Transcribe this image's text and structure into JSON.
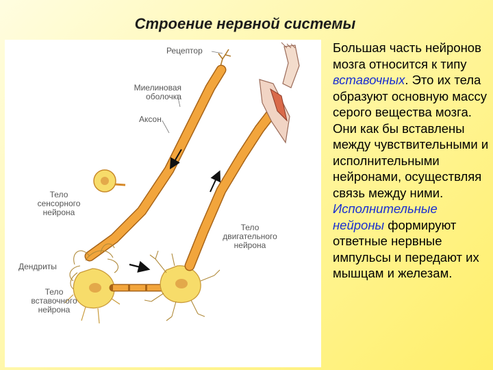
{
  "title": "Строение нервной системы",
  "labels": {
    "receptor": "Рецептор",
    "myelin_1": "Миелиновая",
    "myelin_2": "оболочка",
    "axon": "Аксон",
    "sensory_1": "Тело",
    "sensory_2": "сенсорного",
    "sensory_3": "нейрона",
    "motor_1": "Тело",
    "motor_2": "двигательного",
    "motor_3": "нейрона",
    "dendrites": "Дендриты",
    "inter_1": "Тело",
    "inter_2": "вставочного",
    "inter_3": "нейрона"
  },
  "text": {
    "p1": "Большая часть нейронов мозга относится к типу ",
    "h1": "вставочных",
    "p2": ". Это их тела образуют основную массу серого вещества мозга. Они как бы вставлены между чувствительными и исполнительными нейронами, осуществляя связь между ними. ",
    "h2": "Исполнительные нейроны",
    "p3": " формируют ответные нервные импульсы и передают их мышцам и железам."
  },
  "colors": {
    "axon": "#f2a53c",
    "axon_stroke": "#a86418",
    "cell_body": "#f7dc6a",
    "nucleus": "#e3a94a",
    "muscle": "#d96a4a",
    "highlight_text": "#1a2fd0"
  }
}
